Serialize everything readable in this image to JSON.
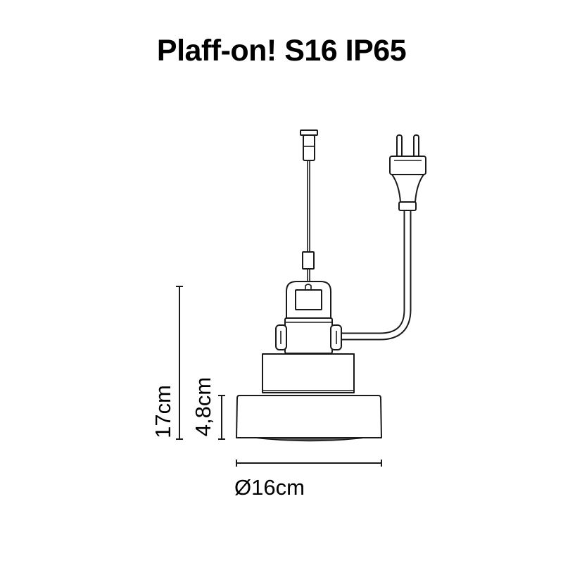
{
  "title": "Plaff-on! S16 IP65",
  "dimensions": {
    "height_total": "17cm",
    "height_shade": "4,8cm",
    "diameter": "Ø16cm"
  }
}
